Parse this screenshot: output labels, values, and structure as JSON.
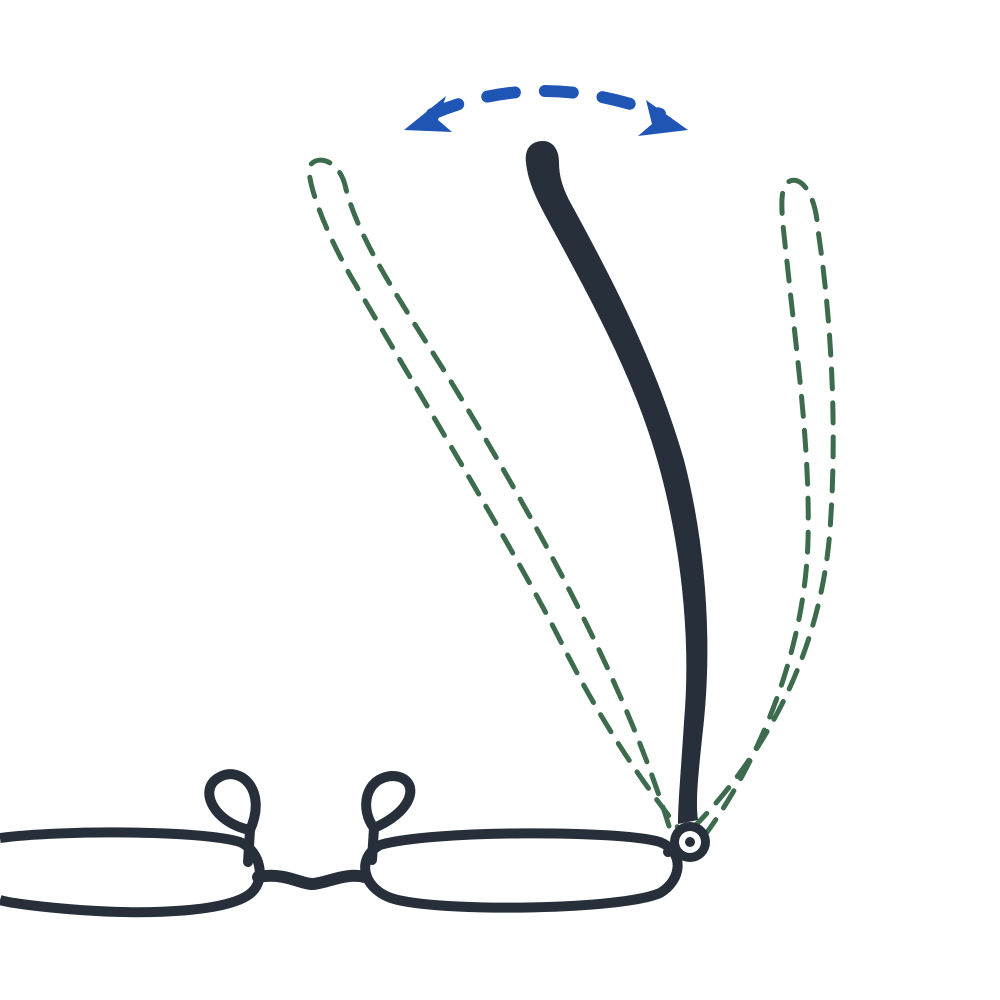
{
  "colors": {
    "background": "#ffffff",
    "frame": "#272f3a",
    "ghost_arm": "#3d6b4d",
    "motion_arrow": "#1f56b5",
    "hinge_fill": "#ffffff"
  },
  "diagram": {
    "subject": "eyeglasses-top-view",
    "arm_states": [
      "folded-inward",
      "current",
      "open-outward"
    ],
    "motion_arrow": "double-headed-curved"
  }
}
